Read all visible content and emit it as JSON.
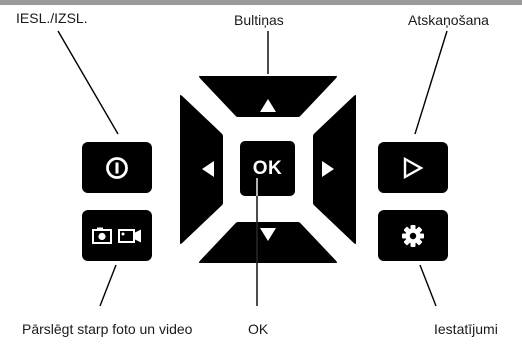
{
  "labels": {
    "power": "IESL./IZSL.",
    "arrows": "Bultiņas",
    "playback": "Atskaņošana",
    "switch_mode": "Pārslēgt starp foto un video",
    "ok": "OK",
    "settings": "Iestatījumi"
  },
  "ok_button_label": "OK",
  "colors": {
    "button": "#000000",
    "glyph": "#ffffff",
    "top_bar": "#9a9a9a",
    "text": "#1a1a1a"
  },
  "icons": {
    "power": "power-icon",
    "switch_mode": "camera-video-switch-icon",
    "playback": "play-icon",
    "settings": "gear-icon",
    "up": "arrow-up-icon",
    "down": "arrow-down-icon",
    "left": "arrow-left-icon",
    "right": "arrow-right-icon"
  }
}
